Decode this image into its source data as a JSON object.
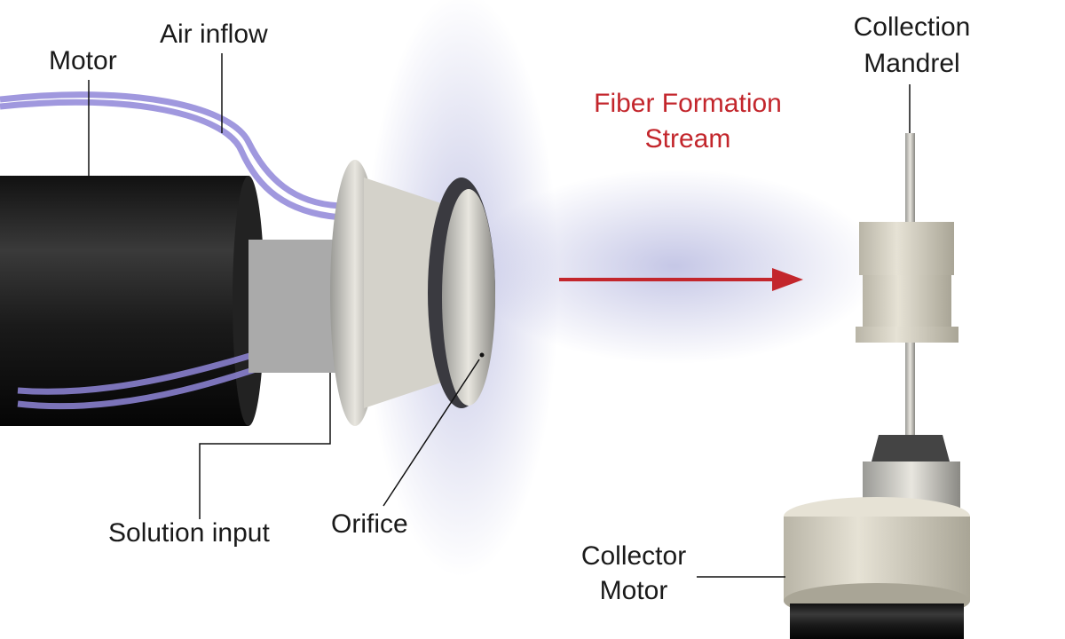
{
  "labels": {
    "motor": "Motor",
    "air_inflow": "Air inflow",
    "collection_mandrel_line1": "Collection",
    "collection_mandrel_line2": "Mandrel",
    "fiber_stream_line1": "Fiber Formation",
    "fiber_stream_line2": "Stream",
    "solution_input": "Solution input",
    "orifice": "Orifice",
    "collector_motor_line1": "Collector",
    "collector_motor_line2": "Motor"
  },
  "colors": {
    "accent_red": "#c3262c",
    "tube_purple": "#8f86d8",
    "fiber_blue": "#5a5fb8",
    "collector_beige": "#d9d5c7"
  }
}
